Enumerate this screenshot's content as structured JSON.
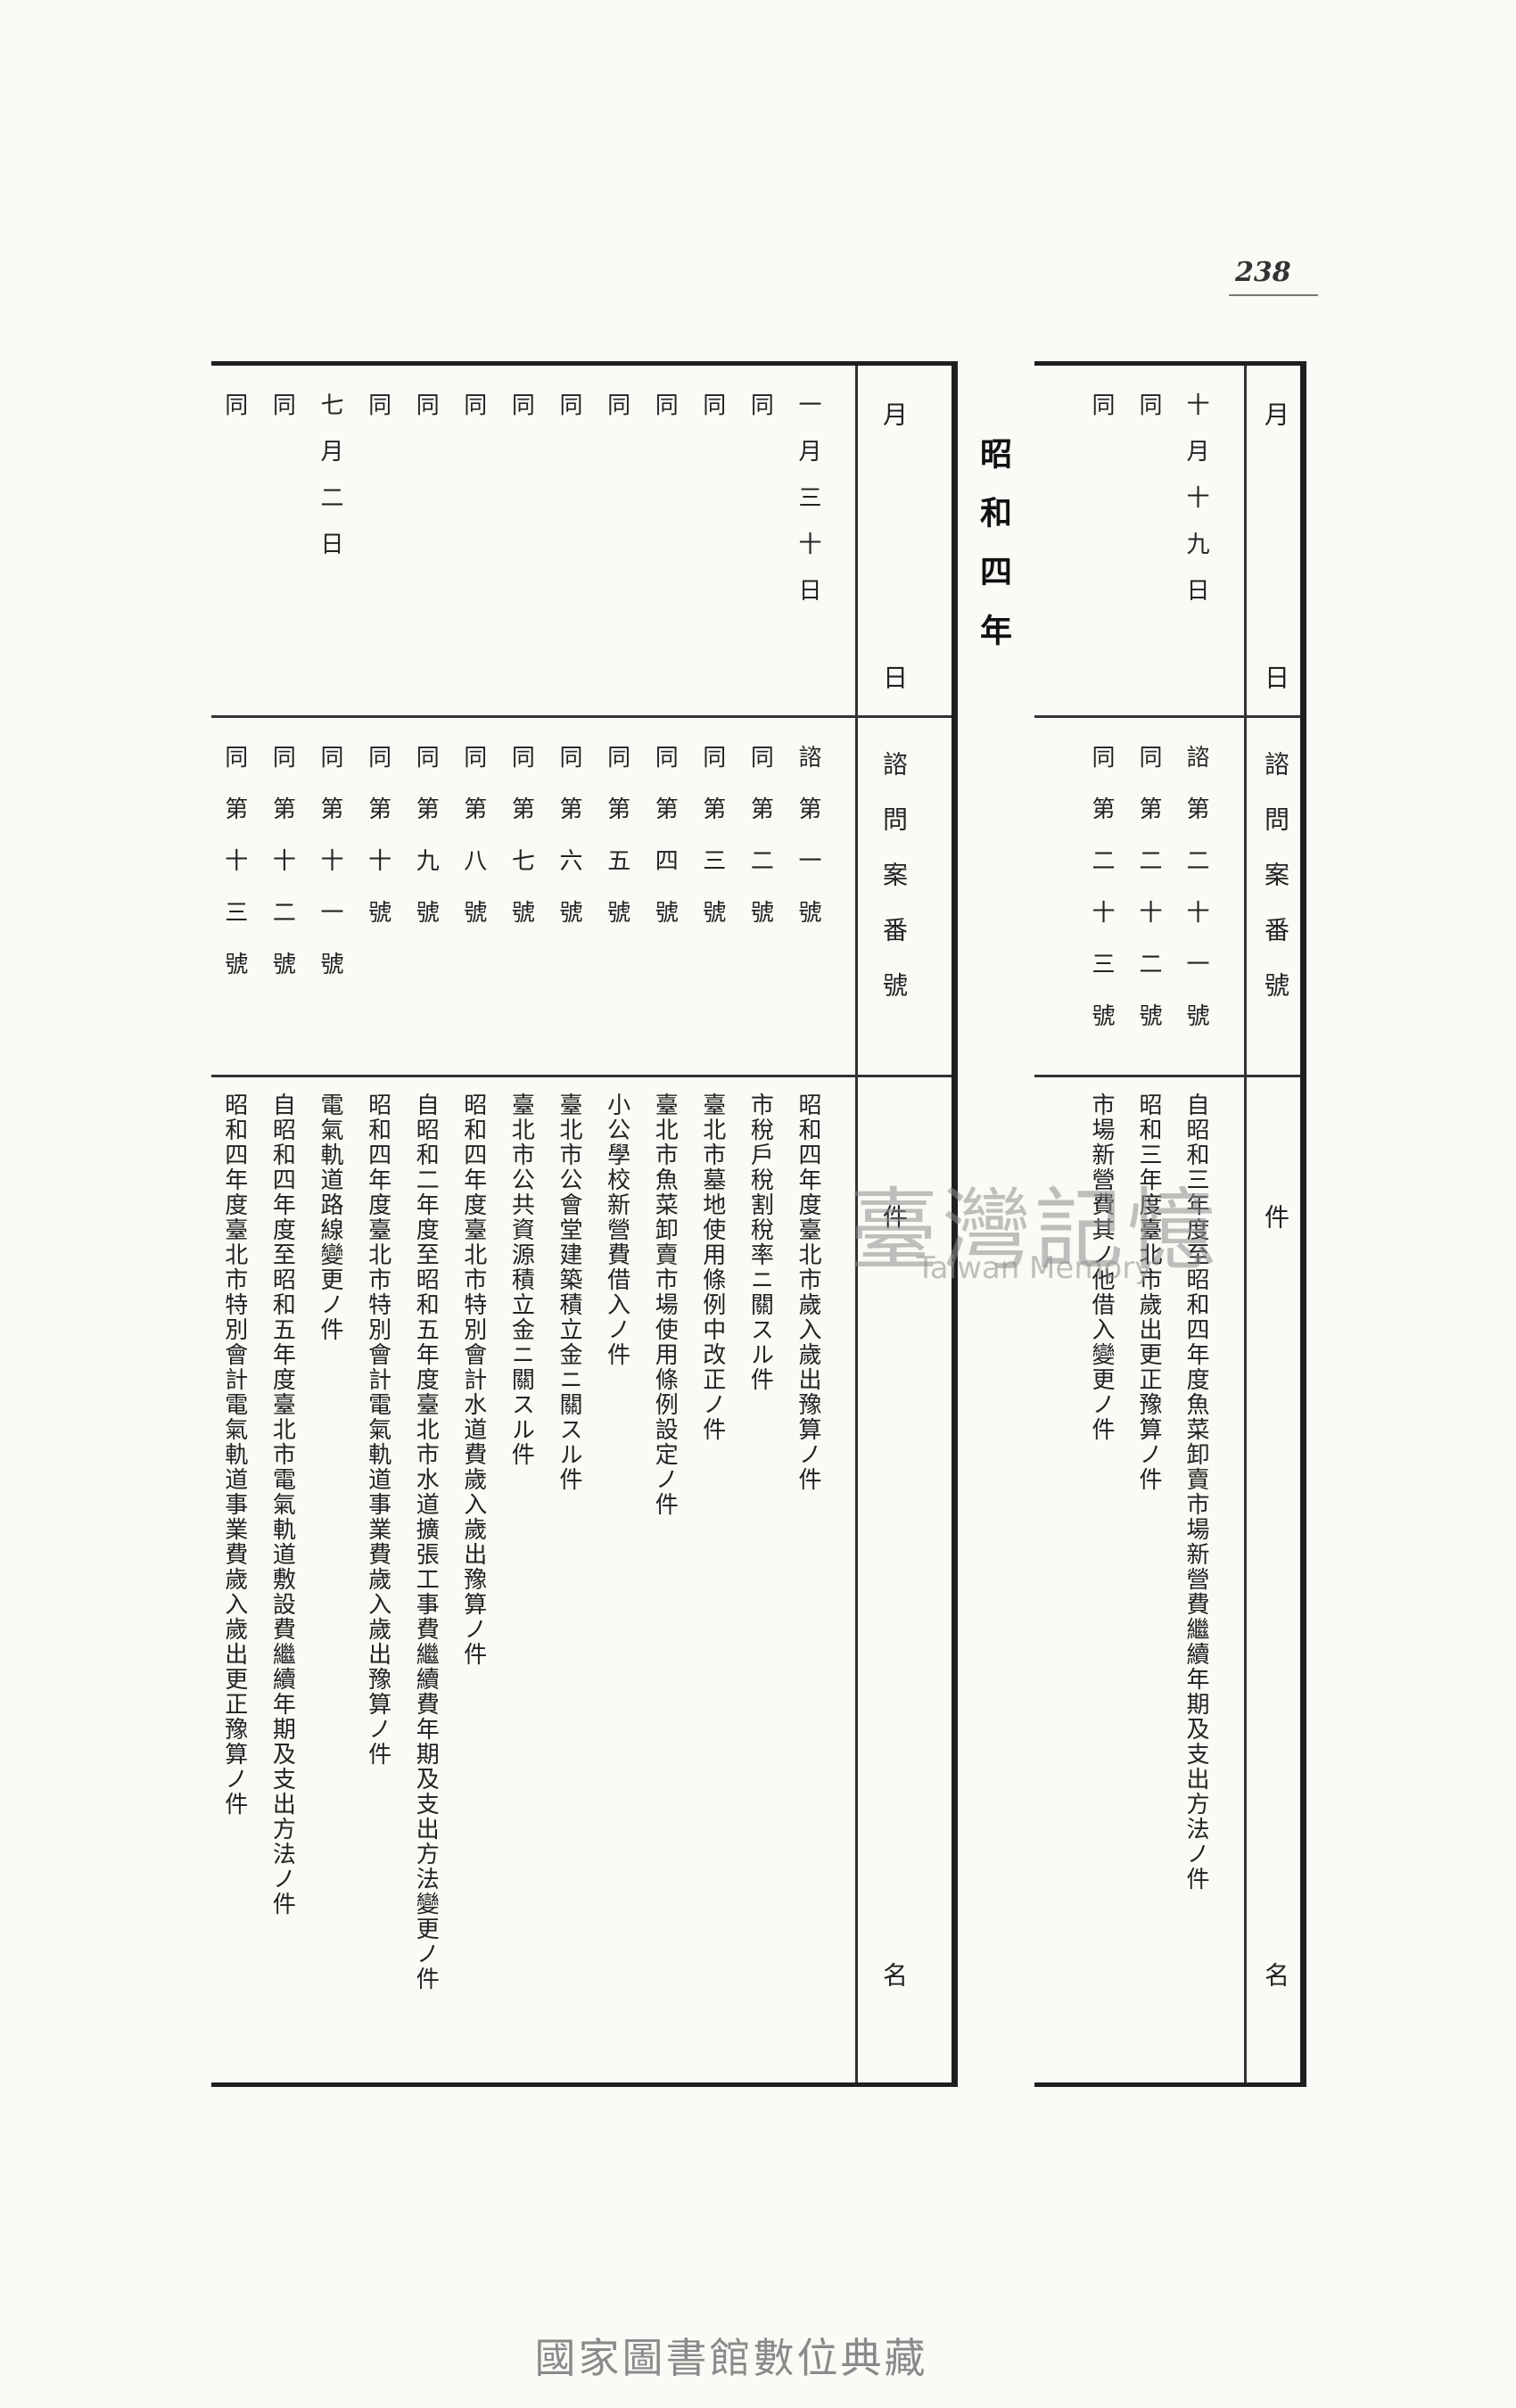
{
  "page_number": "238",
  "era_heading": "昭和四年",
  "headers": {
    "month": "月",
    "day": "日",
    "case_no": "諮問案番號",
    "matter": "件",
    "name": "名"
  },
  "table_right": {
    "rows": [
      {
        "date": "十月十九日",
        "case_no": "諮第二十一號",
        "matter": "自昭和三年度至昭和四年度魚菜卸賣市場新營費繼續年期及支出方法ノ件"
      },
      {
        "date": "同",
        "case_no": "同第二十二號",
        "matter": "昭和三年度臺北市歲出更正豫算ノ件"
      },
      {
        "date": "同",
        "case_no": "同第二十三號",
        "matter": "市場新營費其ノ他借入變更ノ件"
      }
    ]
  },
  "table_left": {
    "rows": [
      {
        "date": "一月三十日",
        "case_no": "諮第一號",
        "matter": "昭和四年度臺北市歲入歲出豫算ノ件"
      },
      {
        "date": "同",
        "case_no": "同第二號",
        "matter": "市稅戶稅割稅率ニ關スル件"
      },
      {
        "date": "同",
        "case_no": "同第三號",
        "matter": "臺北市墓地使用條例中改正ノ件"
      },
      {
        "date": "同",
        "case_no": "同第四號",
        "matter": "臺北市魚菜卸賣市場使用條例設定ノ件"
      },
      {
        "date": "同",
        "case_no": "同第五號",
        "matter": "小公學校新營費借入ノ件"
      },
      {
        "date": "同",
        "case_no": "同第六號",
        "matter": "臺北市公會堂建築積立金ニ關スル件"
      },
      {
        "date": "同",
        "case_no": "同第七號",
        "matter": "臺北市公共資源積立金ニ關スル件"
      },
      {
        "date": "同",
        "case_no": "同第八號",
        "matter": "昭和四年度臺北市特別會計水道費歲入歲出豫算ノ件"
      },
      {
        "date": "同",
        "case_no": "同第九號",
        "matter": "自昭和二年度至昭和五年度臺北市水道擴張工事費繼續費年期及支出方法變更ノ件"
      },
      {
        "date": "同",
        "case_no": "同第十號",
        "matter": "昭和四年度臺北市特別會計電氣軌道事業費歲入歲出豫算ノ件"
      },
      {
        "date": "七月二日",
        "case_no": "同第十一號",
        "matter": "電氣軌道路線變更ノ件"
      },
      {
        "date": "同",
        "case_no": "同第十二號",
        "matter": "自昭和四年度至昭和五年度臺北市電氣軌道敷設費繼續年期及支出方法ノ件"
      },
      {
        "date": "同",
        "case_no": "同第十三號",
        "matter": "昭和四年度臺北市特別會計電氣軌道事業費歲入歲出更正豫算ノ件"
      }
    ]
  },
  "watermark": {
    "cn": "臺灣記憶",
    "en": "Taiwan Memory"
  },
  "footer": "國家圖書館數位典藏"
}
